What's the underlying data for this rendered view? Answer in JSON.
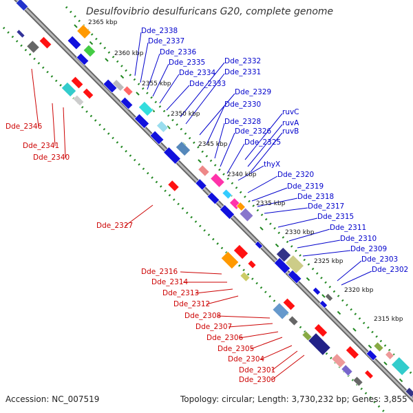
{
  "title": "Desulfovibrio desulfuricans G20, complete genome",
  "accession": "Accession: NC_007519",
  "summary": "Topology: circular; Length: 3,730,232 bp; Genes: 3,855",
  "colors": {
    "strand_plus_label": "#0000cc",
    "strand_minus_label": "#cc0000",
    "backbone": "#888888",
    "tick": "#228822",
    "scale_text": "#111111"
  },
  "scale_labels": [
    "2365 kbp",
    "2360 kbp",
    "2355 kbp",
    "2350 kbp",
    "2345 kbp",
    "2340 kbp",
    "2335 kbp",
    "2330 kbp",
    "2325 kbp",
    "2320 kbp",
    "2315 kbp"
  ],
  "upper_labels": [
    "Dde_2338",
    "Dde_2337",
    "Dde_2336",
    "Dde_2335",
    "Dde_2334",
    "Dde_2333",
    "Dde_2332",
    "Dde_2331",
    "Dde_2329",
    "Dde_2330",
    "Dde_2328",
    "Dde_2326",
    "Dde_2325",
    "ruvC",
    "ruvA",
    "ruvB",
    "thyX",
    "Dde_2320",
    "Dde_2319",
    "Dde_2318",
    "Dde_2317",
    "Dde_2315",
    "Dde_2311",
    "Dde_2310",
    "Dde_2309",
    "Dde_2303",
    "Dde_2302"
  ],
  "lower_labels": [
    "Dde_2346",
    "Dde_2341",
    "Dde_2340",
    "Dde_2327",
    "Dde_2316",
    "Dde_2314",
    "Dde_2313",
    "Dde_2312",
    "Dde_2308",
    "Dde_2307",
    "Dde_2306",
    "Dde_2305",
    "Dde_2304",
    "Dde_2301",
    "Dde_2300"
  ]
}
